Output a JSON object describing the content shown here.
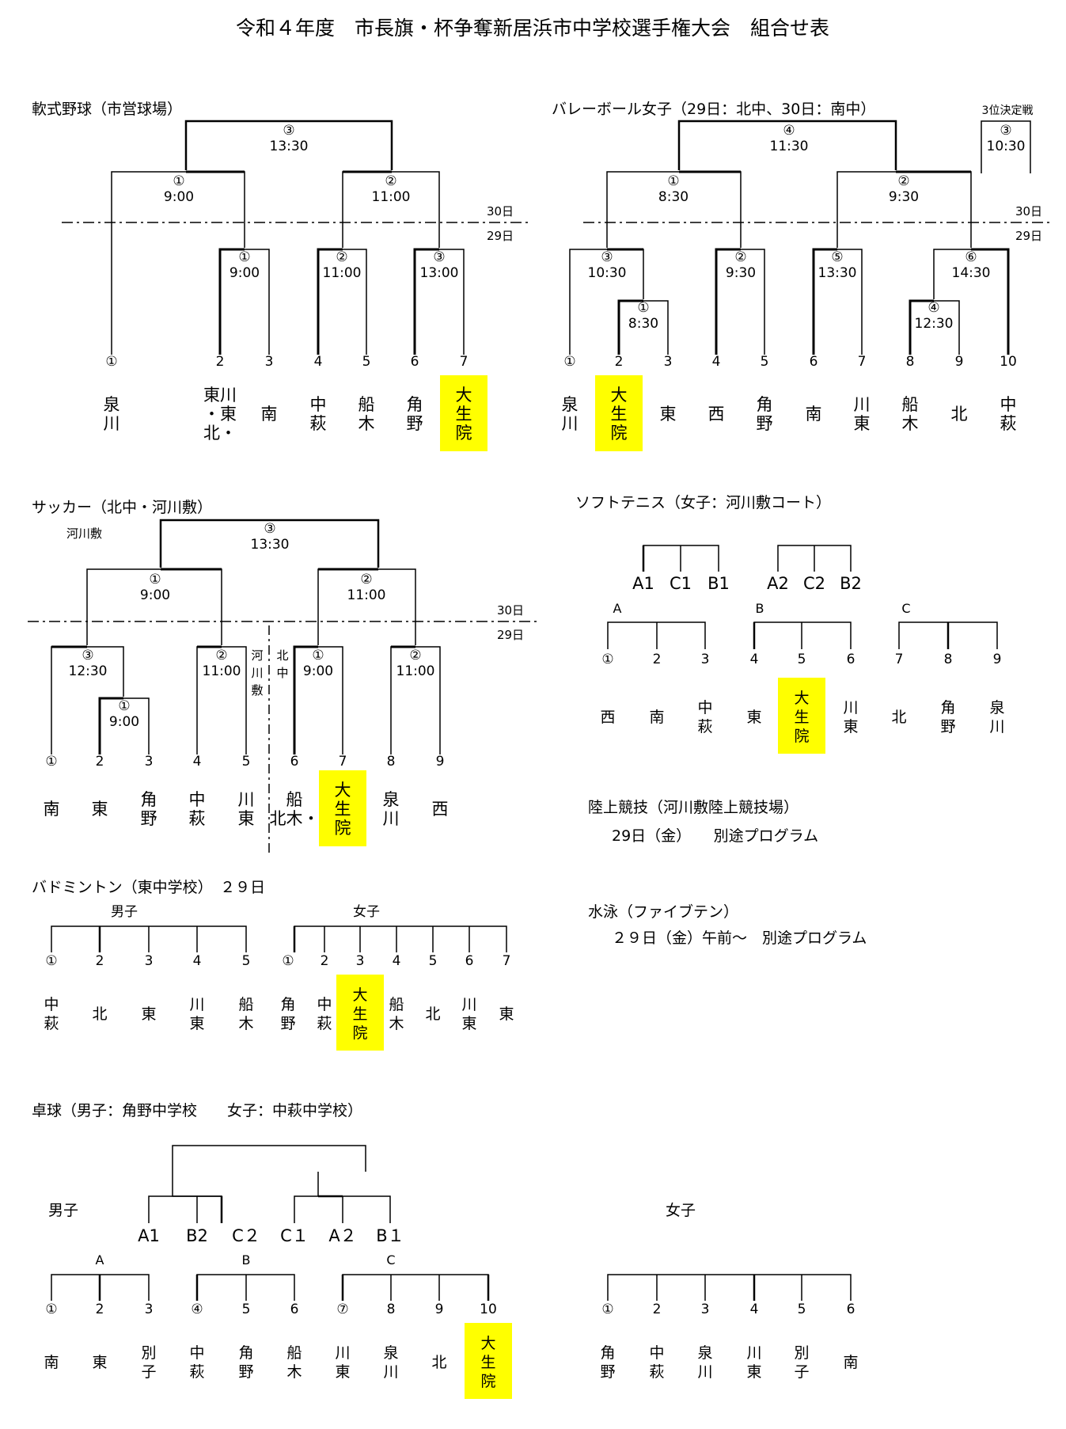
{
  "title": "令和４年度　市長旗・杯争奪新居浜市中学校選手権大会　組合せ表",
  "highlight_color": "#ffff00",
  "baseball": {
    "header": "軟式野球（市営球場）",
    "day30": "30日",
    "day29": "29日",
    "final_no": "③",
    "final_time": "13:30",
    "sf1_no": "①",
    "sf1_time": "9:00",
    "sf2_no": "②",
    "sf2_time": "11:00",
    "q1_no": "①",
    "q1_time": "9:00",
    "q2_no": "②",
    "q2_time": "11:00",
    "q3_no": "③",
    "q3_time": "13:00",
    "numbers": [
      "①",
      "2",
      "3",
      "4",
      "5",
      "6",
      "7"
    ],
    "teams": [
      [
        "泉",
        "川"
      ],
      [
        "東川",
        "・東",
        "北・"
      ],
      [
        "南"
      ],
      [
        "中",
        "萩"
      ],
      [
        "船",
        "木"
      ],
      [
        "角",
        "野"
      ],
      [
        "大",
        "生",
        "院"
      ]
    ]
  },
  "volleyball": {
    "header": "バレーボール女子（29日：北中、30日：南中）",
    "third_label": "3位決定戦",
    "third_no": "③",
    "third_time": "10:30",
    "day30": "30日",
    "day29": "29日",
    "final_no": "④",
    "final_time": "11:30",
    "sf1_no": "①",
    "sf1_time": "8:30",
    "sf2_no": "②",
    "sf2_time": "9:30",
    "m3_no": "③",
    "m3_time": "10:30",
    "m1_no": "①",
    "m1_time": "8:30",
    "m2_no": "②",
    "m2_time": "9:30",
    "m5_no": "⑤",
    "m5_time": "13:30",
    "m6_no": "⑥",
    "m6_time": "14:30",
    "m4_no": "④",
    "m4_time": "12:30",
    "numbers": [
      "①",
      "2",
      "3",
      "4",
      "5",
      "6",
      "7",
      "8",
      "9",
      "10"
    ],
    "teams": [
      [
        "泉",
        "川"
      ],
      [
        "大",
        "生",
        "院"
      ],
      [
        "東"
      ],
      [
        "西"
      ],
      [
        "角",
        "野"
      ],
      [
        "南"
      ],
      [
        "川",
        "東"
      ],
      [
        "船",
        "木"
      ],
      [
        "北"
      ],
      [
        "中",
        "萩"
      ]
    ]
  },
  "soccer": {
    "header": "サッカー（北中・河川敷）",
    "kasenjiki": "河川敷",
    "day30": "30日",
    "day29": "29日",
    "final_no": "③",
    "final_time": "13:30",
    "sf1_no": "①",
    "sf1_time": "9:00",
    "sf2_no": "②",
    "sf2_time": "11:00",
    "q3_no": "③",
    "q3_time": "12:30",
    "q1_no": "①",
    "q1_time": "9:00",
    "q2_no": "②",
    "q2_time": "11:00",
    "n1_no": "①",
    "n1_time": "9:00",
    "n2_no": "②",
    "n2_time": "11:00",
    "venue_river": [
      "河",
      "川",
      "敷"
    ],
    "venue_north": [
      "北",
      "中"
    ],
    "numbers": [
      "①",
      "2",
      "3",
      "4",
      "5",
      "6",
      "7",
      "8",
      "9"
    ],
    "teams": [
      [
        "南"
      ],
      [
        "東"
      ],
      [
        "角",
        "野"
      ],
      [
        "中",
        "萩"
      ],
      [
        "川",
        "東"
      ],
      [
        "船",
        "北木・"
      ],
      [
        "大",
        "生",
        "院"
      ],
      [
        "泉",
        "川"
      ],
      [
        "西"
      ]
    ]
  },
  "softtennis": {
    "header": "ソフトテニス（女子：河川敷コート）",
    "top1": [
      "A1",
      "C1",
      "B1"
    ],
    "top2": [
      "A2",
      "C2",
      "B2"
    ],
    "groups": [
      "A",
      "B",
      "C"
    ],
    "numbers": [
      "①",
      "2",
      "3",
      "4",
      "5",
      "6",
      "7",
      "8",
      "9"
    ],
    "teams": [
      [
        "西"
      ],
      [
        "南"
      ],
      [
        "中",
        "萩"
      ],
      [
        "東"
      ],
      [
        "大",
        "生",
        "院"
      ],
      [
        "川",
        "東"
      ],
      [
        "北"
      ],
      [
        "角",
        "野"
      ],
      [
        "泉",
        "川"
      ]
    ]
  },
  "athletics": {
    "header": "陸上競技（河川敷陸上競技場）",
    "line": "29日（金）　　別途プログラム"
  },
  "swimming": {
    "header": "水泳（ファイブテン）",
    "line": "２９日（金）午前～　別途プログラム"
  },
  "badminton": {
    "header": "バドミントン（東中学校）　２９日",
    "boys_label": "男子",
    "girls_label": "女子",
    "boys_numbers": [
      "①",
      "2",
      "3",
      "4",
      "5"
    ],
    "boys_teams": [
      [
        "中",
        "萩"
      ],
      [
        "北"
      ],
      [
        "東"
      ],
      [
        "川",
        "東"
      ],
      [
        "船",
        "木"
      ]
    ],
    "girls_numbers": [
      "①",
      "2",
      "3",
      "4",
      "5",
      "6",
      "7"
    ],
    "girls_teams": [
      [
        "角",
        "野"
      ],
      [
        "中",
        "萩"
      ],
      [
        "大",
        "生",
        "院"
      ],
      [
        "船",
        "木"
      ],
      [
        "北"
      ],
      [
        "川",
        "東"
      ],
      [
        "東"
      ]
    ]
  },
  "tabletennis": {
    "header": "卓球（男子：角野中学校　　女子：中萩中学校）",
    "boys_label": "男子",
    "girls_label": "女子",
    "top": [
      "A1",
      "B2",
      "C２",
      "C１",
      "A２",
      "B１"
    ],
    "groups": [
      "A",
      "B",
      "C"
    ],
    "boys_numbers": [
      "①",
      "2",
      "3",
      "④",
      "5",
      "6",
      "⑦",
      "8",
      "9",
      "10"
    ],
    "boys_teams": [
      [
        "南"
      ],
      [
        "東"
      ],
      [
        "別",
        "子"
      ],
      [
        "中",
        "萩"
      ],
      [
        "角",
        "野"
      ],
      [
        "船",
        "木"
      ],
      [
        "川",
        "東"
      ],
      [
        "泉",
        "川"
      ],
      [
        "北"
      ],
      [
        "大",
        "生",
        "院"
      ]
    ],
    "girls_numbers": [
      "①",
      "2",
      "3",
      "4",
      "5",
      "6"
    ],
    "girls_teams": [
      [
        "角",
        "野"
      ],
      [
        "中",
        "萩"
      ],
      [
        "泉",
        "川"
      ],
      [
        "川",
        "東"
      ],
      [
        "別",
        "子"
      ],
      [
        "南"
      ]
    ]
  }
}
